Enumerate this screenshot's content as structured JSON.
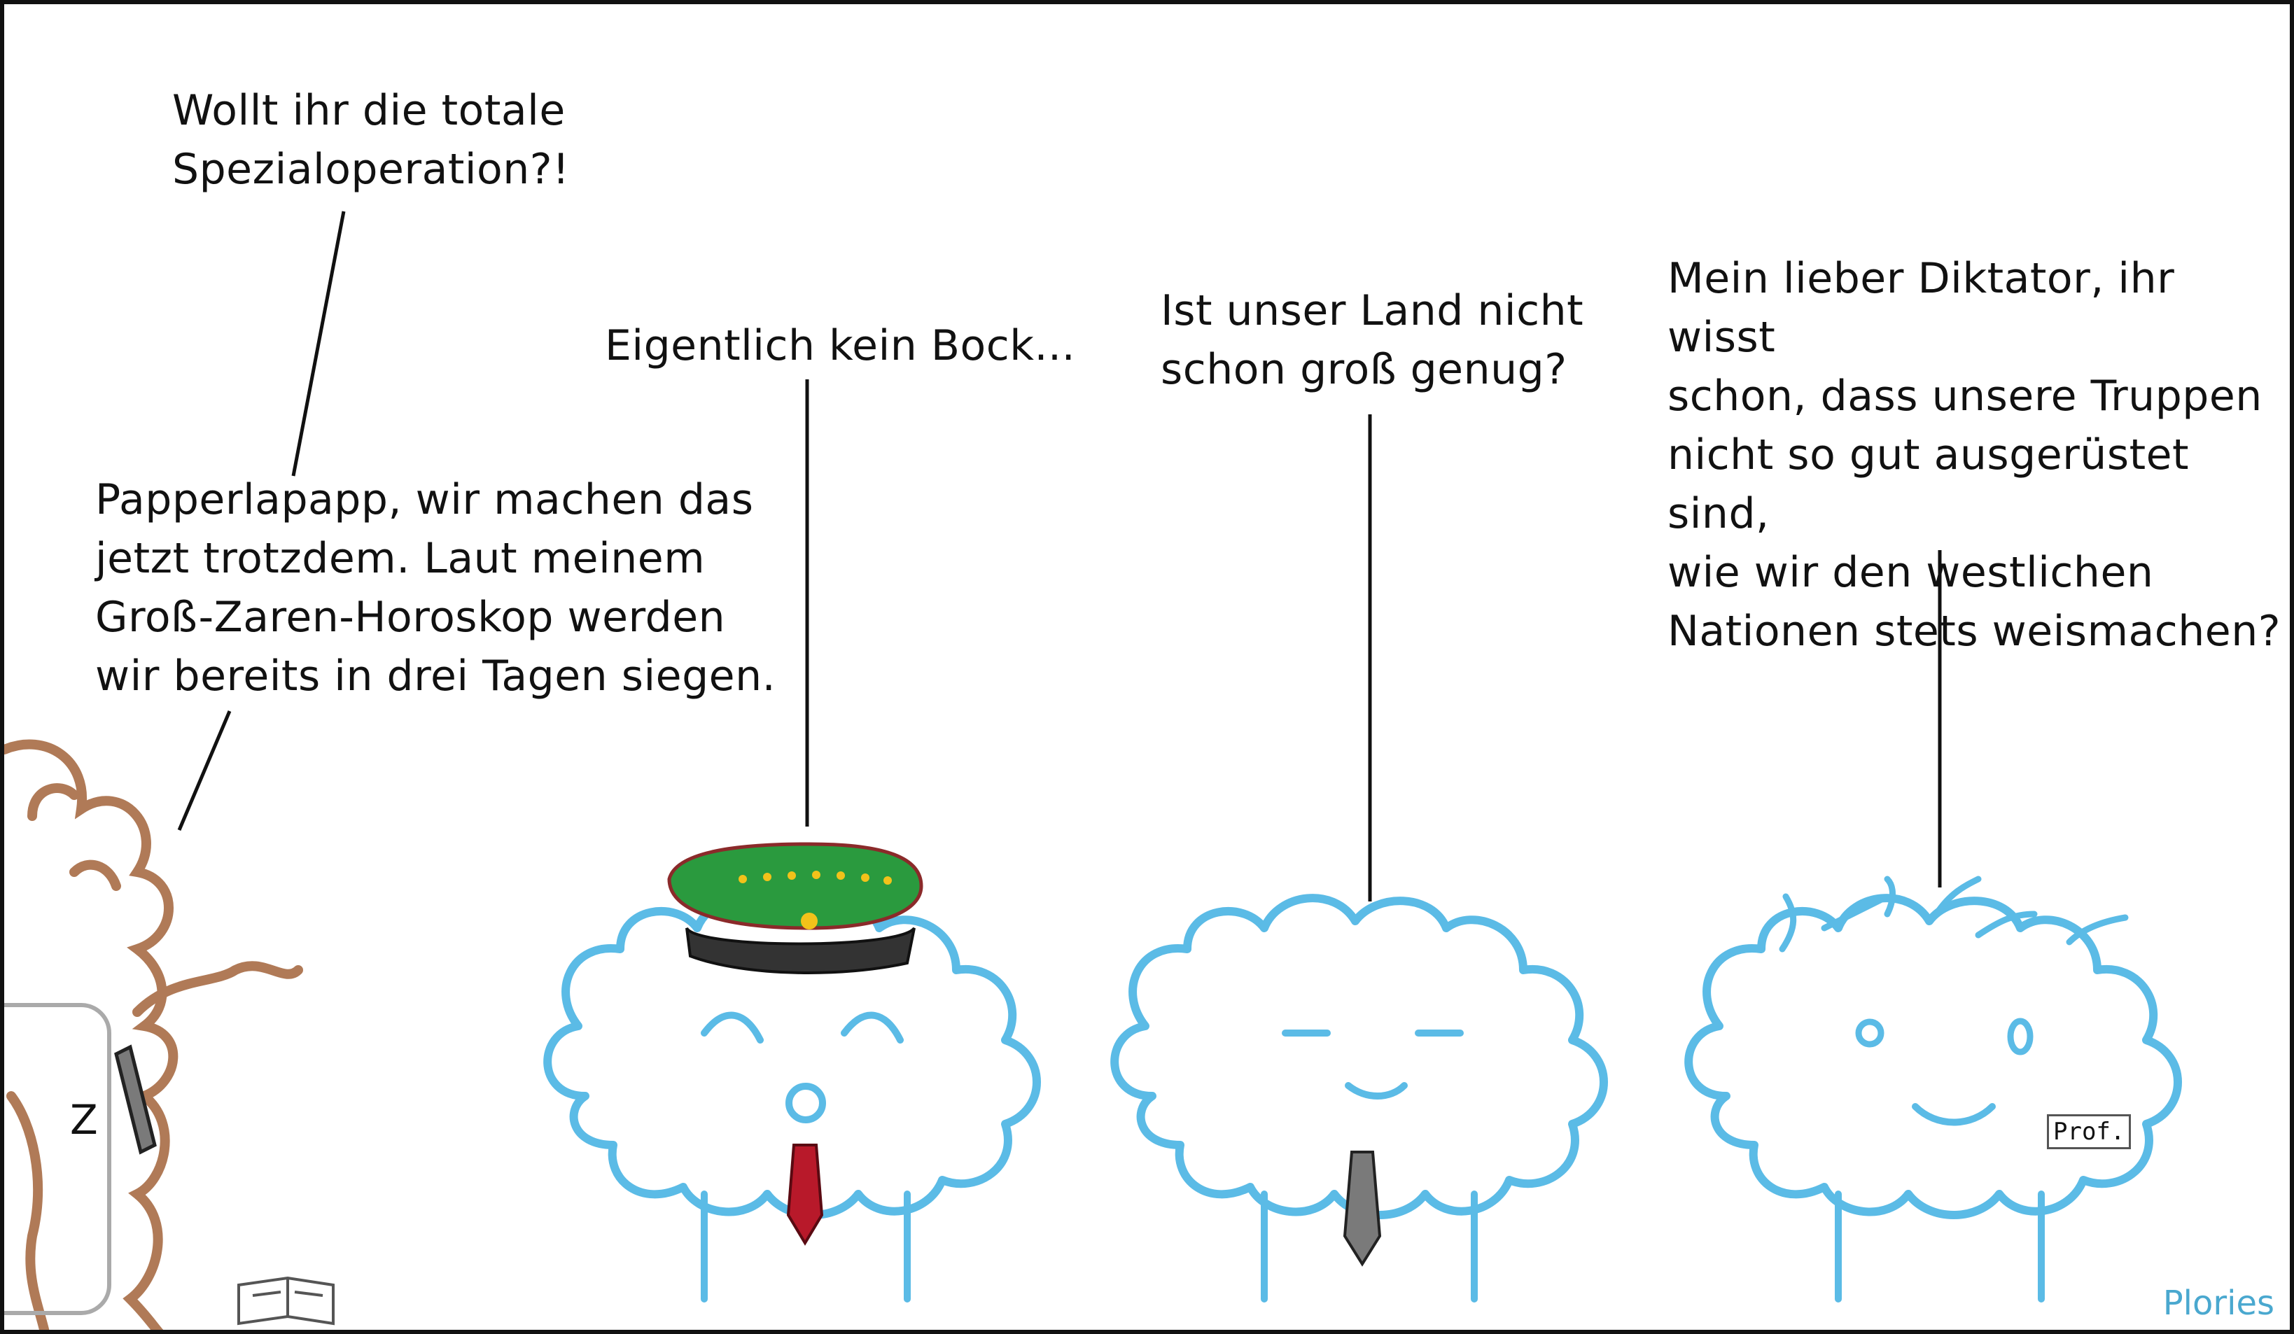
{
  "bubbles": {
    "leader_call": "Wollt ihr die totale\nSpezialoperation?!",
    "leader_reply": "Papperlapapp, wir machen das\njetzt trotzdem. Laut meinem\nGroß-Zaren-Horoskop werden\nwir bereits in drei Tagen siegen.",
    "general": "Eigentlich kein Bock...",
    "minister": "Ist unser Land nicht\nschon groß genug?",
    "professor": "Mein lieber Diktator, ihr wisst\nschon, dass unsere Truppen\nnicht so gut ausgerüstet sind,\nwie wir den westlichen\nNationen stets weismachen?"
  },
  "labels": {
    "z_mark": "Z",
    "prof_badge": "Prof.",
    "signature": "Plories"
  },
  "colors": {
    "cloud_outline": "#5bbbe6",
    "leader_outline": "#b07a57",
    "cap_green": "#2a9a3e",
    "cap_band": "#333333",
    "red_tie": "#b8192a",
    "grey_tie": "#7a7a7a",
    "signature": "#4aa8cf"
  }
}
